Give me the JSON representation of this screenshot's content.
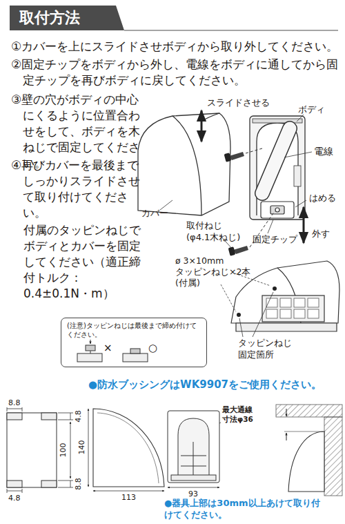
{
  "diagram": {
    "title": "取付方法",
    "nodes": [
      {
        "text": [
          "(注意)タッピンねじは最後まで締め付けてください。"
        ]
      }
    ],
    "labels": [
      "①カバーを上にスライドさせボディから取り外してください。",
      "②固定チップをボディから外し、電線をボディに通してから固定チップを再びボディに戻してください。",
      "③壁の穴がボディの中心にくるように位置合わせをして、ボディを木ねじで固定してください。",
      "④再びカバーを最後までしっかりスライドさせて取り付けてください。",
      "付属のタッピンねじでボディとカバーを固定してください（適正締付トルク：0.4±0.1N・m）",
      "スライドさせる",
      "ボディ",
      "電線",
      "はめる",
      "カバー",
      "取付ねじ (φ4.1木ねじ)",
      "固定チップ",
      "外す",
      "ø 3×10mm タッピンねじ×2本 (付属)",
      "タッピンねじ 固定箇所",
      "×",
      "○",
      "●防水ブッシングはWK9907をご使用ください。",
      "8.8",
      "4.8",
      "100",
      "8.8",
      "4.8",
      "140",
      "113",
      "最大通線 寸法φ36",
      "93",
      "●器具上部は30mm以上あけて取り付けてください。"
    ]
  }
}
